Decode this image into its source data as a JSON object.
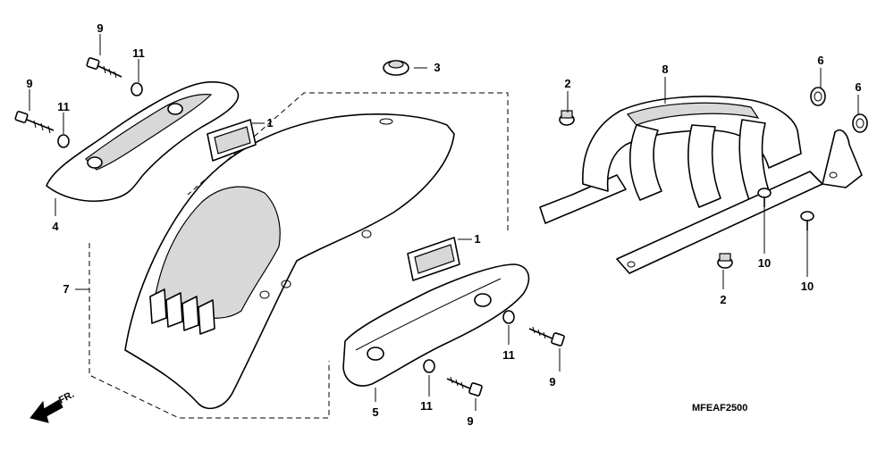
{
  "diagram": {
    "figure_code": "MFEAF2500",
    "front_label": "FR.",
    "callouts": [
      "9",
      "11",
      "9",
      "11",
      "4",
      "3",
      "1",
      "1",
      "7",
      "5",
      "11",
      "9",
      "11",
      "9",
      "2",
      "8",
      "6",
      "6",
      "2",
      "10",
      "10"
    ]
  }
}
